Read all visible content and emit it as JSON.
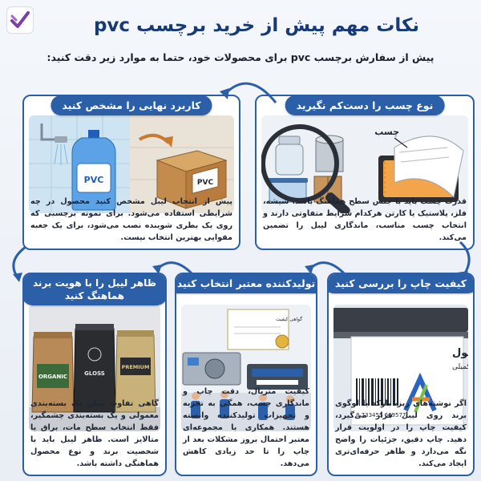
{
  "header": {
    "title": "نکات مهم پیش از خرید برچسب pvc",
    "subtitle": "پیش از سفارش برچسب pvc برای محصولات خود، حتما به موارد زیر دقت کنید:"
  },
  "cards": [
    {
      "title": "نوع چسب را دست‌کم نگیرید",
      "callout": "چسب",
      "text": "قدرت چسب باید با جنس سطح هماهنگ باشد. شیشه، فلز، پلاستیک یا کارتن هرکدام شرایط متفاوتی دارند و انتخاب چسب مناسب، ماندگاری لیبل را تضمین می‌کند."
    },
    {
      "title": "کاربرد نهایی را مشخص کنید",
      "bottle_label": "PVC",
      "box_label": "PVC",
      "text": "پیش از انتخاب لیبل مشخص کنید محصول در چه شرایطی استفاده می‌شود. برای نمونه برچسبی که روی یک بطری شوینده نصب می‌شود، برای یک جعبه مقوایی بهترین انتخاب نیست."
    },
    {
      "title": "کیفیت چاپ را بررسی کنید",
      "label_title": "نام محصول",
      "label_sub": "توضیحات تکمیلی",
      "barcode_digits": "8 733455 669577",
      "text": "اگر نوشته‌های ریز، بارکد یا لوگوی برند روی لیبل قرار می‌گیرد، کیفیت چاپ را در اولویت قرار دهید. چاپ دقیق، جزئیات را واضح نگه می‌دارد و ظاهر حرفه‌ای‌تری ایجاد می‌کند."
    },
    {
      "title": "تولیدکننده معتبر انتخاب کنید",
      "certificate_title": "گواهی کیفیت",
      "text": "کیفیت متریال، دقت چاپ و ماندگاری چسب، همگی به تجربه و تجهیزات تولیدکننده وابسته هستند. همکاری با مجموعه‌ای معتبر احتمال بروز مشکلات بعد از چاپ را تا حد زیادی کاهش می‌دهد."
    },
    {
      "title_line1": "ظاهر لیبل را با هویت برند",
      "title_line2": "هماهنگ کنید",
      "pack1": "ORGANIC",
      "pack2": "GLOSS",
      "pack3": "PREMIUM",
      "text": "گاهی تفاوت میان یک بسته‌بندی معمولی و یک بسته‌بندی چشمگیر، فقط انتخاب سطح مات، براق یا متالایز است. ظاهر لیبل باید با شخصیت برند و نوع محصول هماهنگی داشته باشد."
    }
  ],
  "colors": {
    "primary": "#2b5fa8",
    "title": "#173a77",
    "accent": "#e8822a"
  }
}
